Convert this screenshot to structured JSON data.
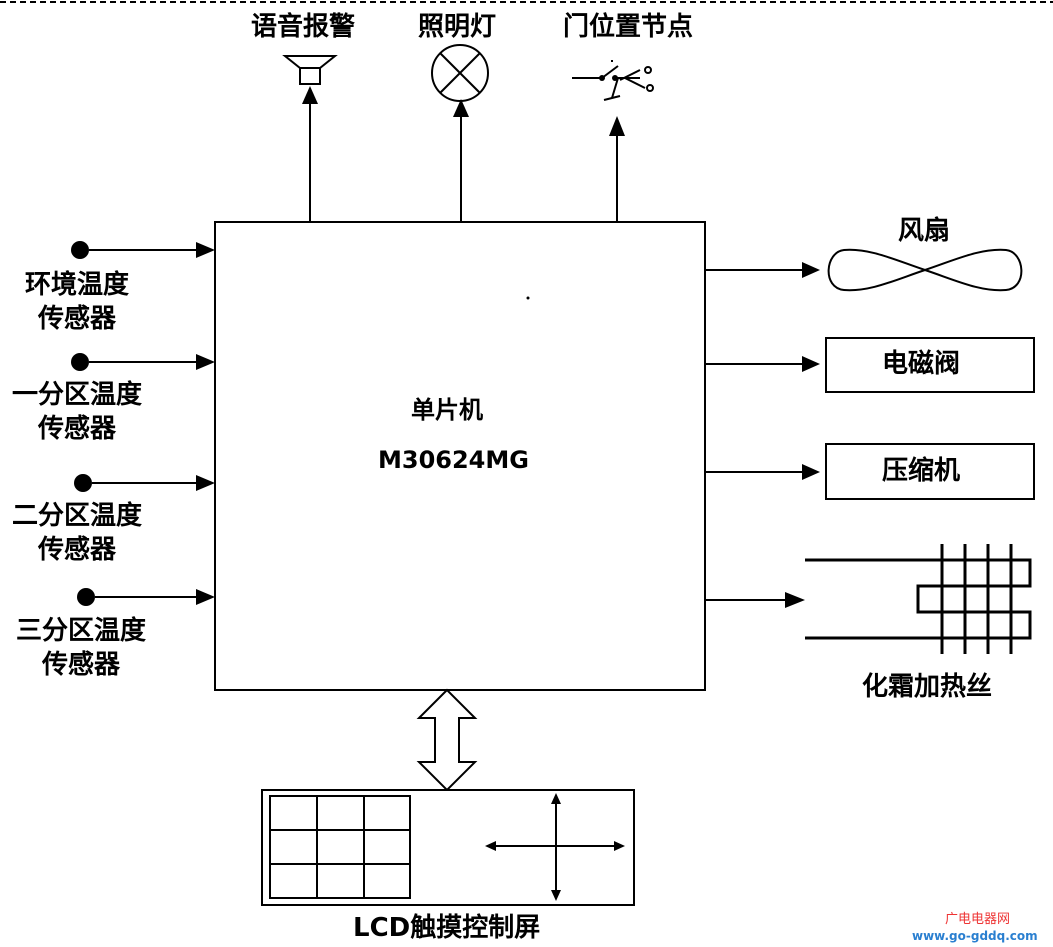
{
  "outputs_top": {
    "voice_alarm": "语音报警",
    "lighting": "照明灯",
    "door_switch": "门位置节点"
  },
  "inputs_left": [
    {
      "line1": "环境温度",
      "line2": "传感器"
    },
    {
      "line1": "一分区温度",
      "line2": "传感器"
    },
    {
      "line1": "二分区温度",
      "line2": "传感器"
    },
    {
      "line1": "三分区温度",
      "line2": "传感器"
    }
  ],
  "mcu": {
    "title": "单片机",
    "model": "M30624MG"
  },
  "outputs_right": {
    "fan": "风扇",
    "solenoid_valve": "电磁阀",
    "compressor": "压缩机",
    "defrost_heater": "化霜加热丝"
  },
  "display": {
    "label": "LCD触摸控制屏"
  },
  "watermark": {
    "line1": "广电电器网",
    "line2": "www.go-gddq.com"
  }
}
